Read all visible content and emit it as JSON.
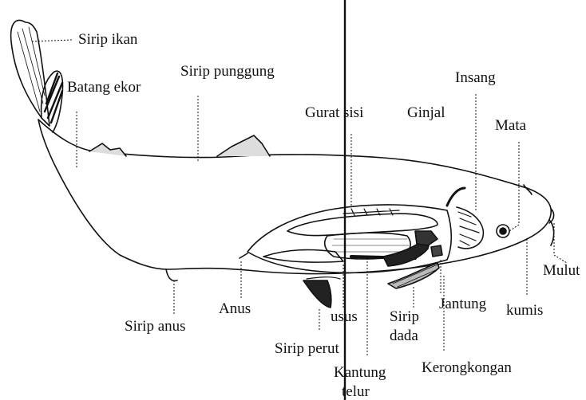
{
  "labels": {
    "sirip_ikan": "Sirip ikan",
    "batang_ekor": "Batang ekor",
    "sirip_punggung": "Sirip punggung",
    "insang": "Insang",
    "gurat_sisi": "Gurat sisi",
    "ginjal": "Ginjal",
    "mata": "Mata",
    "mulut": "Mulut",
    "jantung": "Jantung",
    "kumis": "kumis",
    "sirip_anus": "Sirip anus",
    "anus": "Anus",
    "usus": "usus",
    "sirip_dada_1": "Sirip",
    "sirip_dada_2": "dada",
    "sirip_perut": "Sirip perut",
    "kantung_telur_1": "Kantung",
    "kantung_telur_2": "telur",
    "kerongkongan": "Kerongkongan"
  },
  "colors": {
    "ink": "#111111",
    "background": "#ffffff"
  }
}
